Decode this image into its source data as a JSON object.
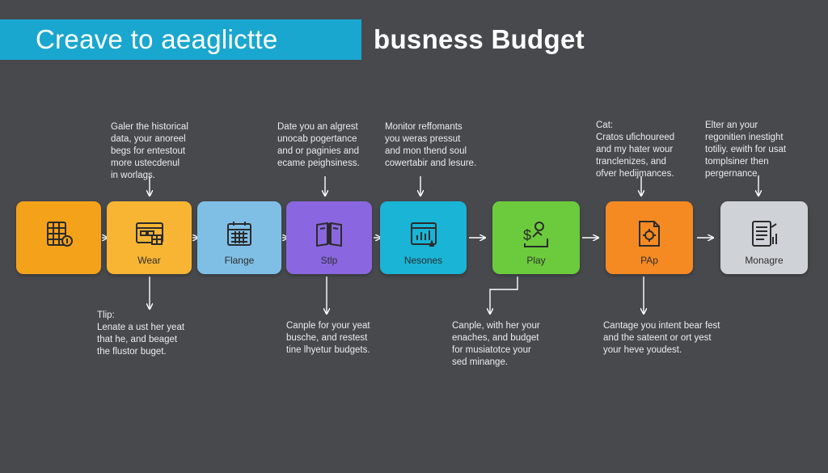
{
  "title": {
    "highlighted": "Creave to aeaglictte",
    "plain": "busness Budget",
    "banner_color": "#1aa7cf"
  },
  "steps": [
    {
      "label": "",
      "color": "#f5a21b",
      "icon": "spreadsheet-icon"
    },
    {
      "label": "Wear",
      "color": "#f7b533",
      "icon": "grid-window-icon"
    },
    {
      "label": "Flange",
      "color": "#7fbfe6",
      "icon": "calendar-icon"
    },
    {
      "label": "Stlp",
      "color": "#8a67e0",
      "icon": "book-icon"
    },
    {
      "label": "Nesones",
      "color": "#1ab4d6",
      "icon": "bar-chart-icon"
    },
    {
      "label": "Play",
      "color": "#6ccb3c",
      "icon": "dollar-person-icon"
    },
    {
      "label": "PAp",
      "color": "#f58a23",
      "icon": "document-gear-icon"
    },
    {
      "label": "Monagre",
      "color": "#cfd3d8",
      "icon": "report-icon"
    }
  ],
  "notes_above": [
    {
      "text": "Galer the historical\ndata, your anoreel\nbegs for entestout\nmore ustecdenul\nin worlags."
    },
    {
      "text": "Date you an algrest\nunocab pogertance\nand or paginies and\necame peighsiness."
    },
    {
      "text": "Monitor reffomants\nyou weras pressut\nand mon thend soul\ncowertabir and lesure."
    },
    {
      "text": "Cat:\nCratos ufichoureed\nand my hater wour\ntranclenizes, and\nofver hedijmances."
    },
    {
      "text": "Elter an your\nregonitien inestight\ntotiliy. ewith for usat\ntomplsiner then\npergernance."
    }
  ],
  "notes_below": [
    {
      "text": "Tlip:\nLenate a ust her yeat\nthat he, and beaget\nthe flustor buget."
    },
    {
      "text": "Canple for your yeat\nbusche, and restest\ntine lhyetur budgets."
    },
    {
      "text": "Canple, with her your\nenaches, and budget\nfor musiatotce your\nsed minange."
    },
    {
      "text": "Cantage you intent bear fest\nand the sateent or ort yest\nyour heve youdest."
    }
  ]
}
